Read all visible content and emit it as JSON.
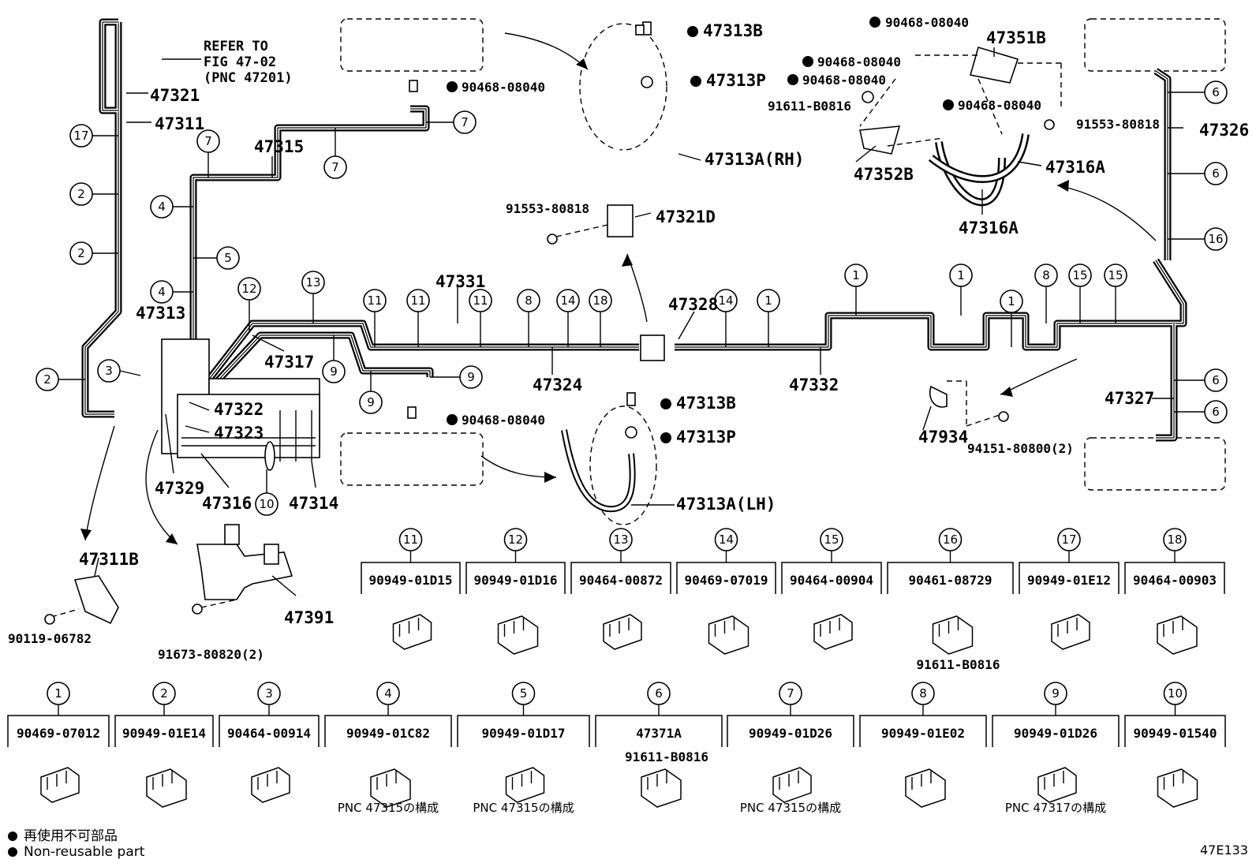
{
  "refer": {
    "line1": "REFER TO",
    "line2": "FIG 47-02",
    "line3": "(PNC 47201)"
  },
  "parts": {
    "p47321": "47321",
    "p47311": "47311",
    "p47313": "47313",
    "p47315": "47315",
    "p47331": "47331",
    "p47317": "47317",
    "p47322": "47322",
    "p47323": "47323",
    "p47329": "47329",
    "p47316": "47316",
    "p47314": "47314",
    "p47324": "47324",
    "p47328": "47328",
    "p47332": "47332",
    "p47327": "47327",
    "p47326": "47326",
    "p47934": "47934",
    "p47311B": "47311B",
    "p47391": "47391",
    "p47313B_a": "47313B",
    "p47313P_a": "47313P",
    "p47313A_RH": "47313A(RH)",
    "p47313B_b": "47313B",
    "p47313P_b": "47313P",
    "p47313A_LH": "47313A(LH)",
    "p47321D": "47321D",
    "p47351B": "47351B",
    "p47352B": "47352B",
    "p47316A_a": "47316A",
    "p47316A_b": "47316A",
    "b90468_top": "90468-08040",
    "b90468_left": "90468-08040",
    "b90468_r1": "90468-08040",
    "b90468_r2": "90468-08040",
    "b90468_r3": "90468-08040",
    "b90468_r4": "90468-08040",
    "b91611_top": "91611-B0816",
    "b91553_top": "91553-80818",
    "b91553_mid": "91553-80818",
    "b94151": "94151-80800(2)",
    "b90119": "90119-06782",
    "b91673": "91673-80820(2)"
  },
  "callouts_row1": [
    {
      "n": "11",
      "part": "90949-01D15"
    },
    {
      "n": "12",
      "part": "90949-01D16"
    },
    {
      "n": "13",
      "part": "90464-00872"
    },
    {
      "n": "14",
      "part": "90469-07019"
    },
    {
      "n": "15",
      "part": "90464-00904"
    },
    {
      "n": "16",
      "part": "90461-08729",
      "extra": "91611-B0816"
    },
    {
      "n": "17",
      "part": "90949-01E12"
    },
    {
      "n": "18",
      "part": "90464-00903"
    }
  ],
  "callouts_row2": [
    {
      "n": "1",
      "part": "90469-07012"
    },
    {
      "n": "2",
      "part": "90949-01E14"
    },
    {
      "n": "3",
      "part": "90464-00914"
    },
    {
      "n": "4",
      "part": "90949-01C82",
      "note": "PNC 47315の構成"
    },
    {
      "n": "5",
      "part": "90949-01D17",
      "note": "PNC 47315の構成"
    },
    {
      "n": "6",
      "part": "47371A",
      "extra": "91611-B0816"
    },
    {
      "n": "7",
      "part": "90949-01D26",
      "note": "PNC 47315の構成"
    },
    {
      "n": "8",
      "part": "90949-01E02"
    },
    {
      "n": "9",
      "part": "90949-01D26",
      "note": "PNC 47317の構成"
    },
    {
      "n": "10",
      "part": "90949-01540"
    }
  ],
  "legend": {
    "jp": "再使用不可部品",
    "en": "Non-reusable part"
  },
  "figure_id": "47E133"
}
